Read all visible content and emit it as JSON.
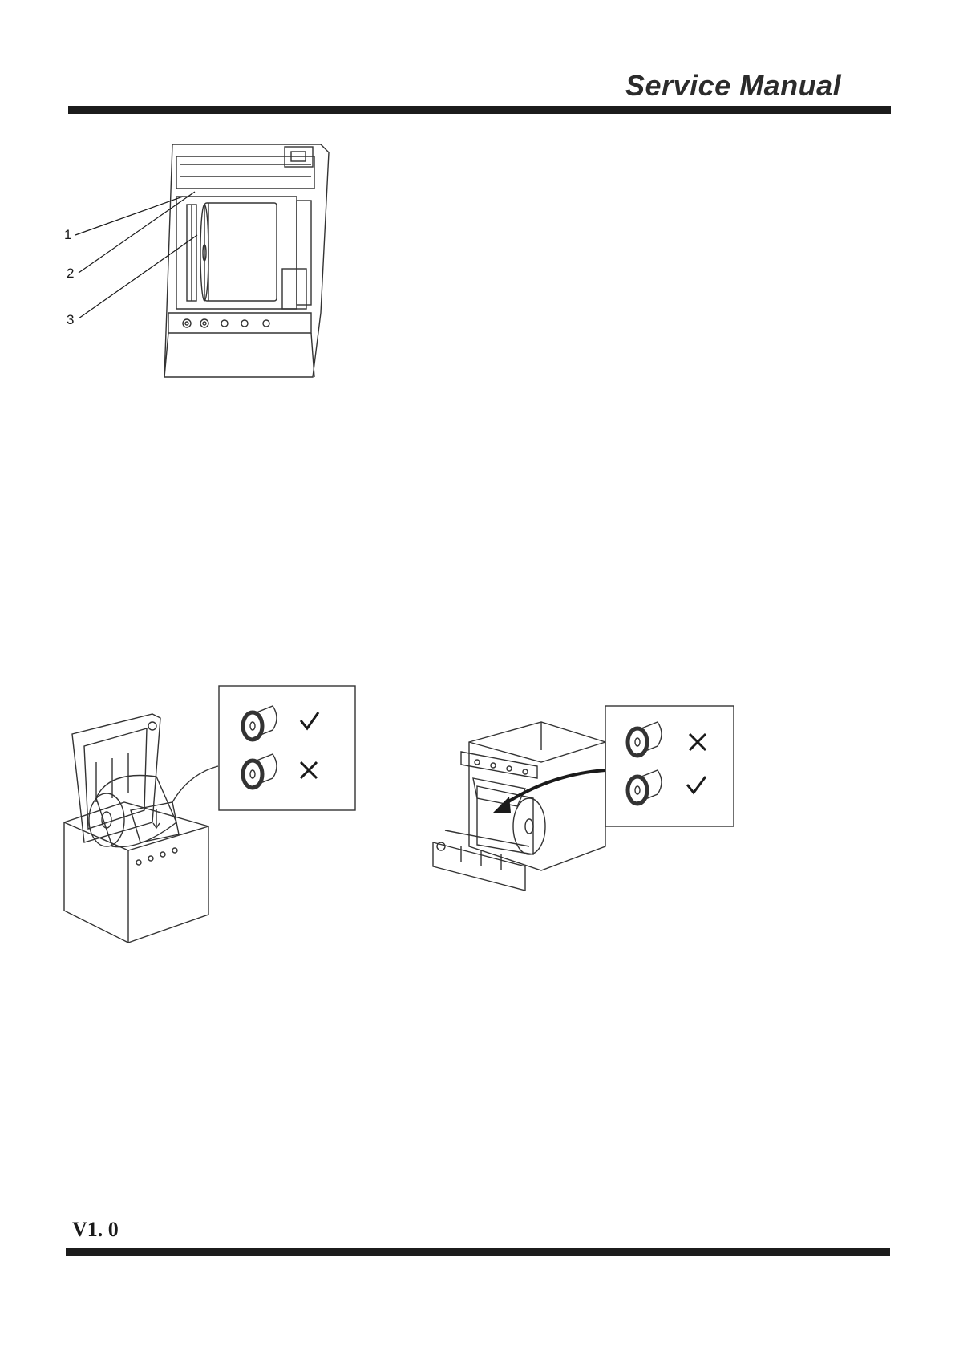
{
  "header": {
    "title": "Service Manual"
  },
  "figure1": {
    "callouts": [
      "1",
      "2",
      "3"
    ],
    "icons": [
      "thermal-printer-paper-roll-top-view"
    ]
  },
  "figure2": {
    "icons": [
      "printer-open-cover",
      "paper-roll-correct-icon",
      "paper-roll-wrong-icon",
      "check-mark-icon",
      "cross-mark-icon"
    ]
  },
  "figure3": {
    "icons": [
      "printer-front-open",
      "paper-roll-wrong-icon",
      "paper-roll-correct-icon",
      "cross-mark-icon",
      "check-mark-icon",
      "insert-arrow-icon"
    ]
  },
  "footer": {
    "version": "V1. 0"
  },
  "colors": {
    "ink": "#1c1c1c",
    "paper": "#ffffff"
  }
}
